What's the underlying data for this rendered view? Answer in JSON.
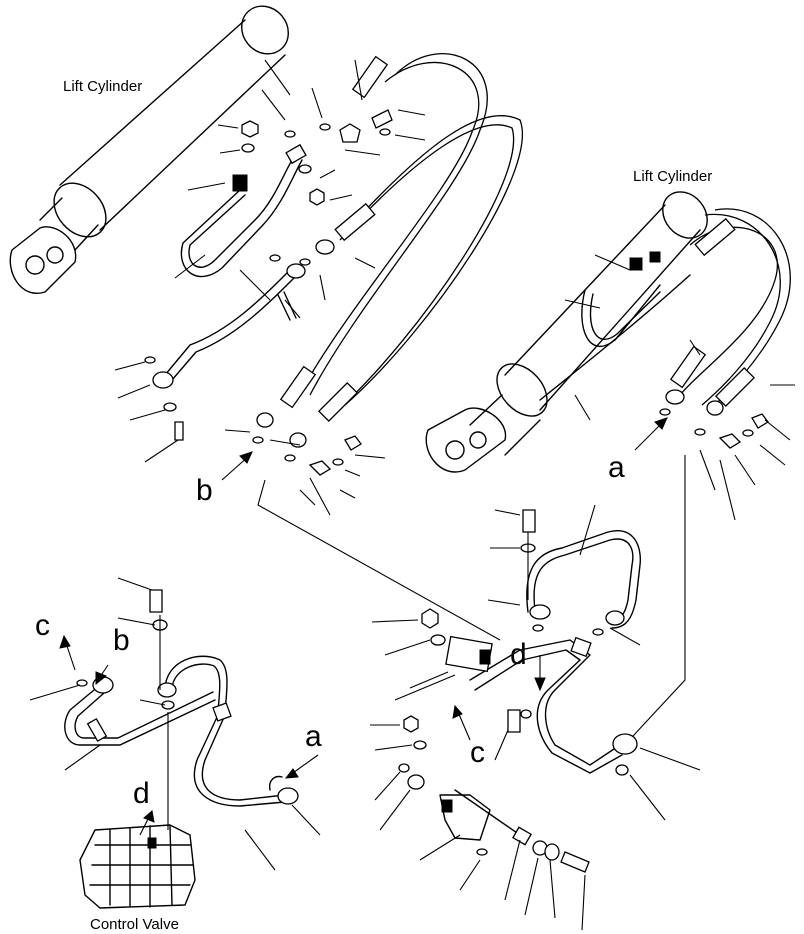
{
  "labels": {
    "lift_cylinder_left": "Lift Cylinder",
    "lift_cylinder_right": "Lift Cylinder",
    "control_valve": "Control Valve"
  },
  "connection_letters": {
    "b_upper": "b",
    "a_upper": "a",
    "c_left": "c",
    "b_left": "b",
    "d_left": "d",
    "a_lower": "a",
    "d_center": "d",
    "c_center": "c"
  }
}
